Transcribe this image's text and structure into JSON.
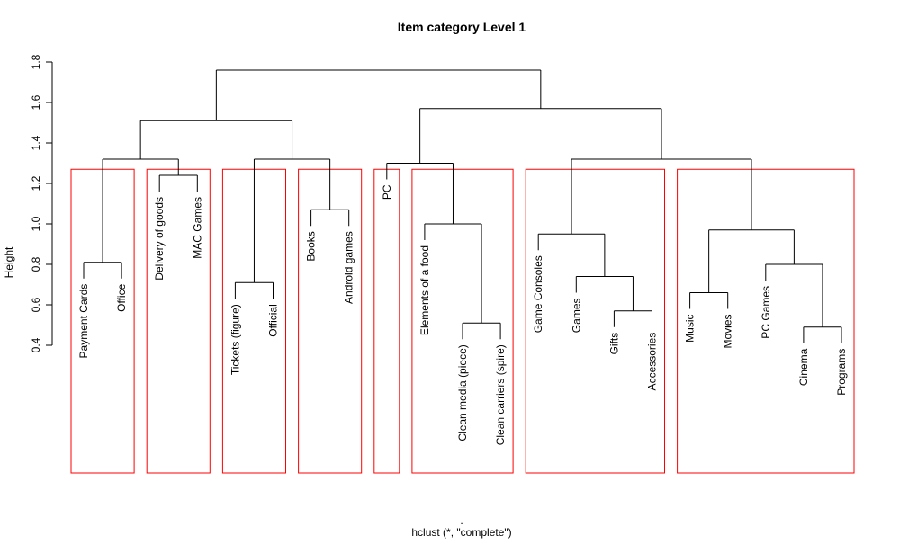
{
  "chart_data": {
    "type": "dendrogram",
    "title": "Item category Level 1",
    "ylabel": "Height",
    "xlabel": ".",
    "sub": "hclust (*, \"complete\")",
    "ylim": [
      0.4,
      1.8
    ],
    "yticks": [
      0.4,
      0.6,
      0.8,
      1.0,
      1.2,
      1.4,
      1.6,
      1.8
    ],
    "ytick_labels": [
      "0.4",
      "0.6",
      "0.8",
      "1.0",
      "1.2",
      "1.4",
      "1.6",
      "1.8"
    ],
    "labels": [
      "Payment Cards",
      "Office",
      "Delivery of goods",
      "MAC Games",
      "Tickets (figure)",
      "Official",
      "Books",
      "Android games",
      "PC",
      "Elements of a food",
      "Clean media (piece)",
      "Clean carriers (spire)",
      "Game Consoles",
      "Games",
      "Gifts",
      "Accessories",
      "Music",
      "Movies",
      "PC Games",
      "Cinema",
      "Programs"
    ],
    "merges": [
      {
        "a": "Payment Cards",
        "b": "Office",
        "height": 0.81
      },
      {
        "a": "Delivery of goods",
        "b": "MAC Games",
        "height": 1.24
      },
      {
        "a": "Tickets (figure)",
        "b": "Official",
        "height": 0.71
      },
      {
        "a": "Books",
        "b": "Android games",
        "height": 1.07
      },
      {
        "a": "Clean media (piece)",
        "b": "Clean carriers (spire)",
        "height": 0.51
      },
      {
        "a": "Elements of a food",
        "b": "Clean media (piece) + Clean carriers (spire)",
        "height": 1.0
      },
      {
        "a": "PC",
        "b": "Elements of a food + Clean media (piece) + Clean carriers (spire)",
        "height": 1.3
      },
      {
        "a": "Gifts",
        "b": "Accessories",
        "height": 0.57
      },
      {
        "a": "Games",
        "b": "Gifts + Accessories",
        "height": 0.74
      },
      {
        "a": "Game Consoles",
        "b": "Games + Gifts + Accessories",
        "height": 0.95
      },
      {
        "a": "Music",
        "b": "Movies",
        "height": 0.66
      },
      {
        "a": "Cinema",
        "b": "Programs",
        "height": 0.49
      },
      {
        "a": "PC Games",
        "b": "Cinema + Programs",
        "height": 0.8
      },
      {
        "a": "Music + Movies",
        "b": "PC Games + Cinema + Programs",
        "height": 0.97
      },
      {
        "a": "Payment Cards + Office",
        "b": "Delivery of goods + MAC Games",
        "height": 1.32
      },
      {
        "a": "Tickets (figure) + Official",
        "b": "Books + Android games",
        "height": 1.32
      },
      {
        "a": "Payment Cards + Office + Delivery of goods + MAC Games",
        "b": "Tickets (figure) + Official + Books + Android games",
        "height": 1.51
      },
      {
        "a": "Game Consoles + Games + Gifts + Accessories",
        "b": "Music + Movies + PC Games + Cinema + Programs",
        "height": 1.32
      },
      {
        "a": "PC + Elements of a food + Clean media (piece) + Clean carriers (spire)",
        "b": "Game Consoles + Games + Gifts + Accessories + Music + Movies + PC Games + Cinema + Programs",
        "height": 1.57
      },
      {
        "a": "left group",
        "b": "right group",
        "height": 1.76
      }
    ],
    "cluster_boxes": [
      {
        "members": [
          "Payment Cards",
          "Office"
        ],
        "color": "#ff0000"
      },
      {
        "members": [
          "Delivery of goods",
          "MAC Games"
        ],
        "color": "#ff0000"
      },
      {
        "members": [
          "Tickets (figure)",
          "Official"
        ],
        "color": "#ff0000"
      },
      {
        "members": [
          "Books",
          "Android games"
        ],
        "color": "#ff0000"
      },
      {
        "members": [
          "PC"
        ],
        "color": "#ff0000"
      },
      {
        "members": [
          "Elements of a food",
          "Clean media (piece)",
          "Clean carriers (spire)"
        ],
        "color": "#ff0000"
      },
      {
        "members": [
          "Game Consoles",
          "Games",
          "Gifts",
          "Accessories"
        ],
        "color": "#ff0000"
      },
      {
        "members": [
          "Music",
          "Movies",
          "PC Games",
          "Cinema",
          "Programs"
        ],
        "color": "#ff0000"
      }
    ],
    "cut_height": 1.27,
    "line_color": "#000000",
    "box_color": "#ff0000"
  }
}
